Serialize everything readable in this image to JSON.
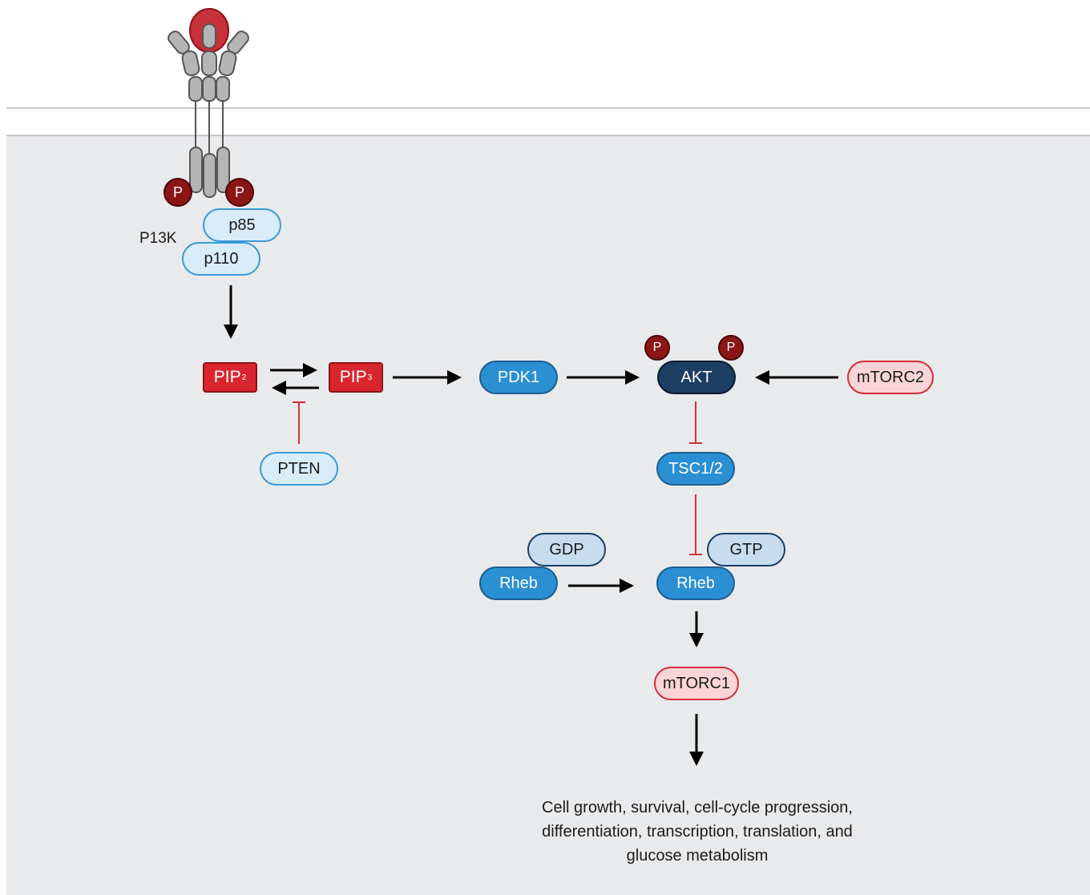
{
  "pathway": {
    "receptor_label": "P13K",
    "phospho_label": "P",
    "nodes": {
      "p85": "p85",
      "p110": "p110",
      "pip2": "PIP",
      "pip2_sub": "2",
      "pip3": "PIP",
      "pip3_sub": "3",
      "pten": "PTEN",
      "pdk1": "PDK1",
      "akt": "AKT",
      "mtorc2": "mTORC2",
      "tsc": "TSC1/2",
      "gdp": "GDP",
      "gtp": "GTP",
      "rheb_inactive": "Rheb",
      "rheb_active": "Rheb",
      "mtorc1": "mTORC1"
    },
    "outcome_lines": [
      "Cell growth, survival, cell-cycle progression,",
      "differentiation, transcription, translation, and",
      "glucose metabolism"
    ]
  },
  "colors": {
    "activation_arrow": "#000000",
    "inhibition": "#d32f3c",
    "cytoplasm": "#e9eaec",
    "phospho": "#8c1515"
  }
}
